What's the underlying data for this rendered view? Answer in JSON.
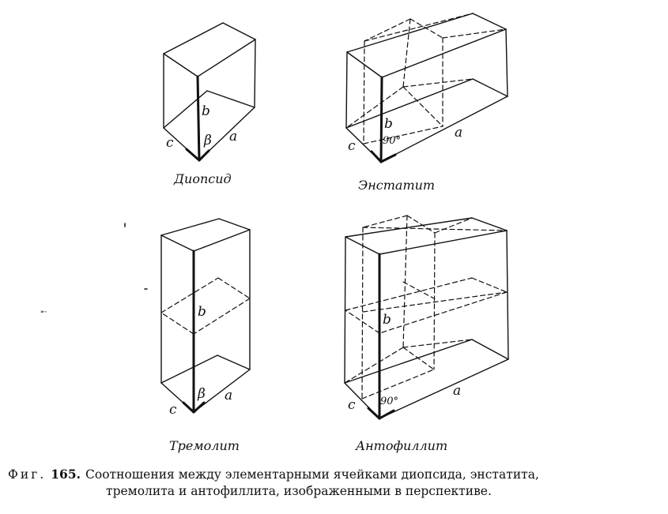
{
  "figure": {
    "axes": {
      "a": "a",
      "b": "b",
      "c": "c"
    },
    "angles": {
      "beta": "β",
      "right": "90°"
    },
    "panels": {
      "diopside": "Диопсид",
      "enstatite": "Энстатит",
      "tremolite": "Тремолит",
      "anthophyllite": "Антофиллит"
    },
    "marks": {
      "speck": "➸"
    }
  },
  "caption": {
    "lead": "Фиг.",
    "number": "165.",
    "line1": "Соотношения между элементарными ячейками диопсида, энстатита,",
    "line2": "тремолита и антофиллита, изображенными в перспективе."
  }
}
